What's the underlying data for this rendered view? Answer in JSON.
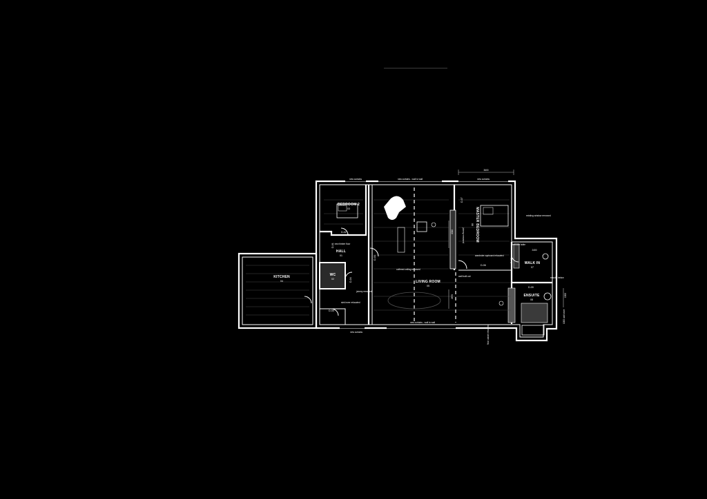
{
  "rooms": {
    "kitchen": {
      "name": "KITCHEN",
      "code": "04"
    },
    "bedroom2": {
      "name": "BEDROOM 2",
      "code": "03"
    },
    "hall": {
      "name": "HALL",
      "code": "01"
    },
    "wc": {
      "name": "WC",
      "code": "02"
    },
    "living": {
      "name": "LIVING ROOM",
      "code": "05"
    },
    "master": {
      "name": "MASTER BEDROOM",
      "code": "06"
    },
    "walkin": {
      "name": "WALK IN",
      "code": "07"
    },
    "ensuite": {
      "name": "ENSUITE",
      "code": "08"
    }
  },
  "notes": {
    "curtains_top_left": "new curtains",
    "curtains_top_mid": "new curtains - wall to wall",
    "curtains_top_right": "new curtains",
    "curtains_bottom_left": "new curtains",
    "curtains_bottom_mid": "new curtains - wall to wall",
    "timber_floor": "new timber floor",
    "coffered_ceiling": "coffered ceiling removed",
    "joinery_removed": "joinery removed",
    "sink_lever": "sink lever relocated",
    "wall_built_out": "wall built out",
    "wardrobe": "wardrobe cupboard relocated",
    "joinery_upper": "joinery removed",
    "existing_window": "existing window removed",
    "bedside_table": "bedside table",
    "ensuite_note": "ensuite below",
    "bottom_dim_note": "1000 wall store",
    "bottom_vertical": "floor waste relocated"
  },
  "tags": {
    "d01": "D-01",
    "d02": "D-02",
    "d03": "D-03",
    "d04": "D-04",
    "d05": "D-05",
    "d06": "D-06",
    "d07": "D-07",
    "d08": "D-08",
    "d09": "D-09"
  },
  "dimensions": {
    "top": "3600",
    "right_small": "2400",
    "right_vertical": "1300",
    "living_vertical_1": "4010",
    "living_vertical_2": "2670"
  }
}
